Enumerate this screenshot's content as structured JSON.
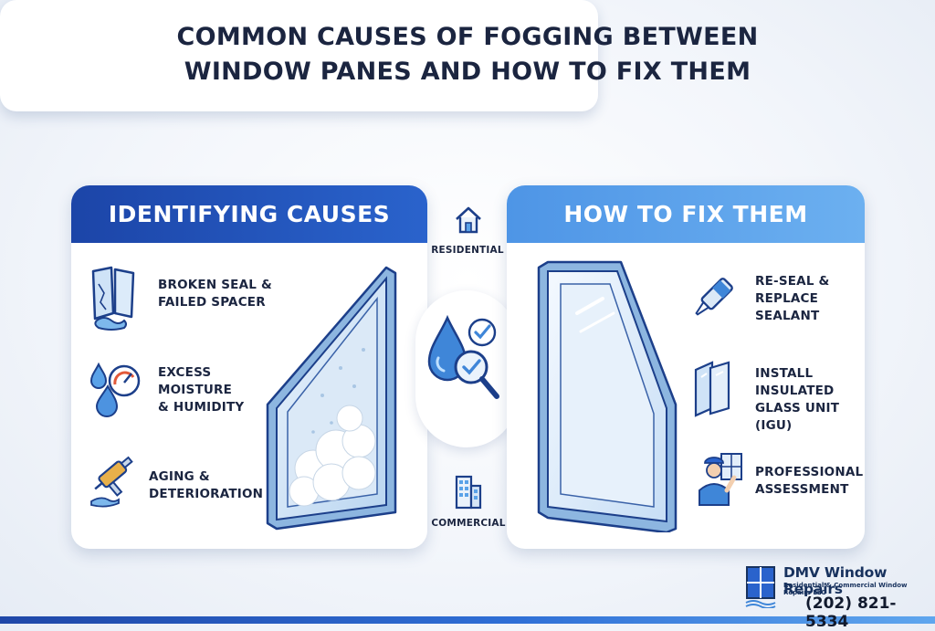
{
  "title": {
    "line1": "COMMON CAUSES OF FOGGING BETWEEN",
    "line2": "WINDOW PANES AND HOW TO FIX THEM"
  },
  "left_panel": {
    "heading": "IDENTIFYING CAUSES",
    "items": [
      {
        "line1": "BROKEN SEAL &",
        "line2": "FAILED SPACER",
        "icon": "broken-glass-icon"
      },
      {
        "line1": "EXCESS",
        "line2": "MOISTURE",
        "line3": "& HUMIDITY",
        "icon": "humidity-gauge-icon"
      },
      {
        "line1": "AGING &",
        "line2": "DETERIORATION",
        "icon": "caulk-gun-icon"
      }
    ]
  },
  "right_panel": {
    "heading": "HOW TO FIX THEM",
    "items": [
      {
        "line1": "RE-SEAL &",
        "line2": "REPLACE",
        "line3": "SEALANT",
        "icon": "sealant-tube-icon"
      },
      {
        "line1": "INSTALL",
        "line2": "INSULATED",
        "line3": "GLASS UNIT (IGU)",
        "icon": "glass-panes-icon"
      },
      {
        "line1": "PROFESSIONAL",
        "line2": "ASSESSMENT",
        "icon": "technician-icon"
      }
    ]
  },
  "center": {
    "top_label": "RESIDENTIAL",
    "bottom_label": "COMMERCIAL"
  },
  "brand": {
    "name": "DMV Window Repairs",
    "subtitle": "Residential & Commercial Window Repairs LLC",
    "phone": "(202) 821-5334"
  },
  "colors": {
    "dark_blue": "#1c45a8",
    "light_blue": "#5ea4ec",
    "text": "#1b2540"
  }
}
